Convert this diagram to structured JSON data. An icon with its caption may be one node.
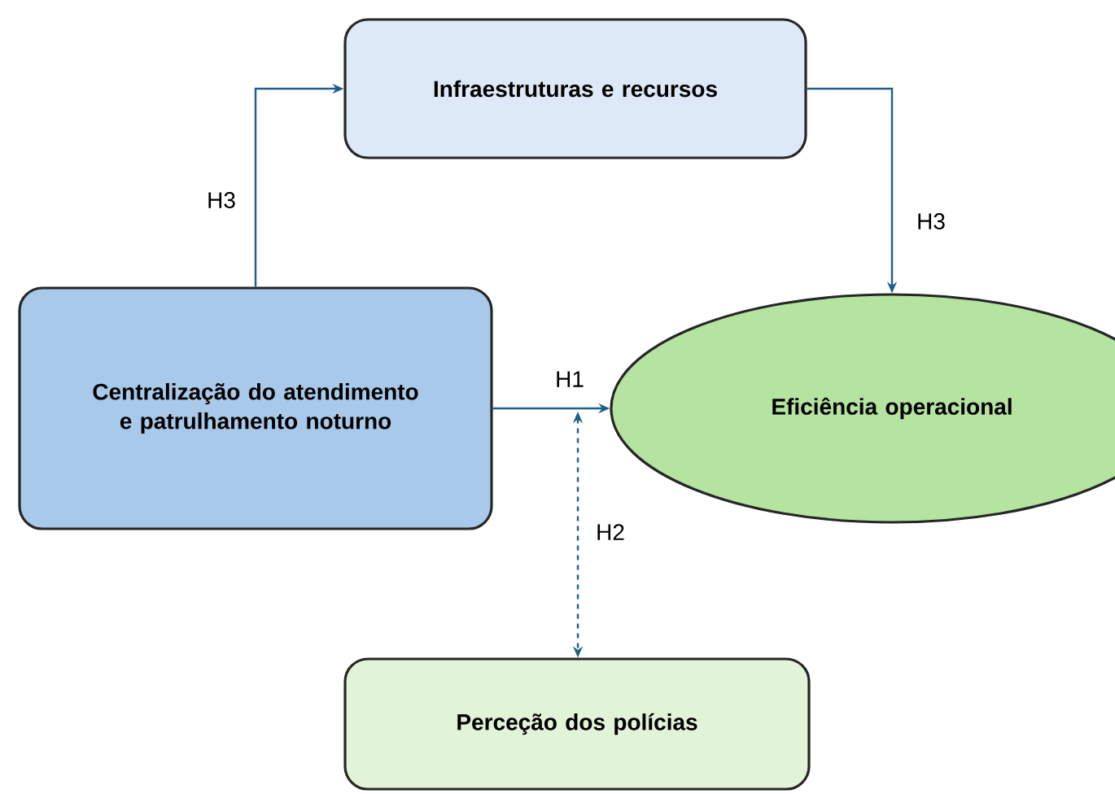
{
  "diagram": {
    "nodes": [
      {
        "text": [
          "Infraestruturas e recursos"
        ]
      },
      {
        "text": [
          "Centralização do atendimento e patrulhamento noturno"
        ]
      },
      {
        "text": [
          "Eficiência operacional"
        ]
      },
      {
        "text": [
          "Perceção dos polícias"
        ]
      }
    ],
    "edges": [
      {
        "from": 1,
        "to": 0,
        "arrow": "to",
        "label": "H3"
      },
      {
        "from": 0,
        "to": 2,
        "arrow": "to",
        "label": "H3"
      },
      {
        "from": 1,
        "to": 2,
        "arrow": "to",
        "label": "H1"
      },
      {
        "from": null,
        "to": 3,
        "arrow": "both",
        "label": "H2",
        "style": "dashed"
      }
    ]
  }
}
